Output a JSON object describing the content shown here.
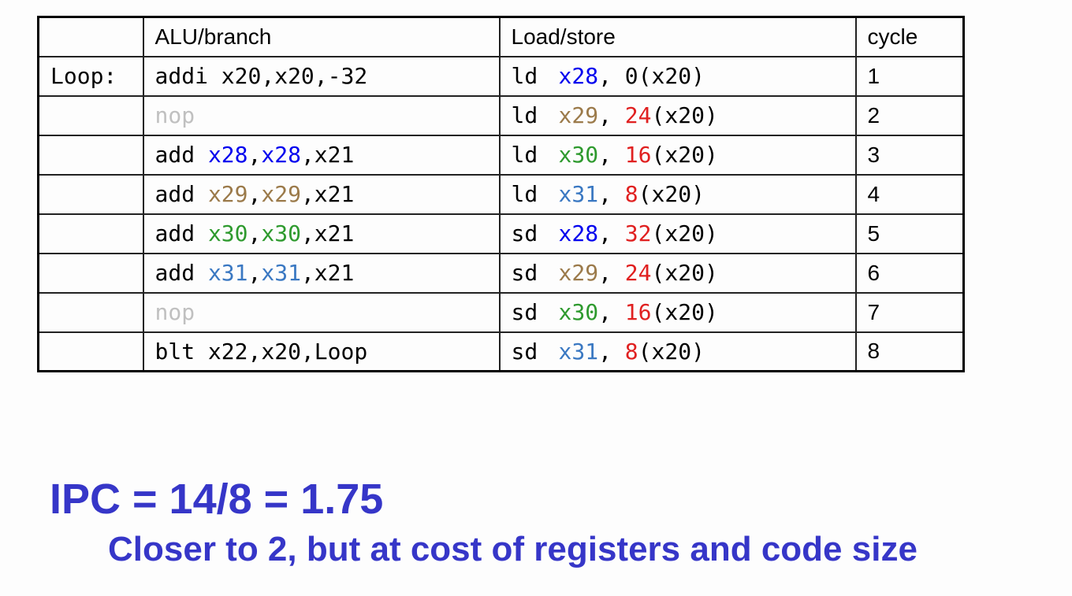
{
  "table": {
    "headers": [
      "",
      "ALU/branch",
      "Load/store",
      "cycle"
    ],
    "rows": [
      {
        "label": "Loop:",
        "alu": [
          {
            "t": "addi x20,x20,-32",
            "c": "plain"
          }
        ],
        "ls_op": "ld",
        "ls": [
          {
            "t": "x28",
            "c": "reg-x28"
          },
          {
            "t": ", ",
            "c": "plain"
          },
          {
            "t": "0(x20)",
            "c": "plain"
          }
        ],
        "cycle": "1"
      },
      {
        "label": "",
        "alu": [
          {
            "t": "nop",
            "c": "nop"
          }
        ],
        "ls_op": "ld",
        "ls": [
          {
            "t": "x29",
            "c": "reg-x29"
          },
          {
            "t": ", ",
            "c": "plain"
          },
          {
            "t": "24",
            "c": "off"
          },
          {
            "t": "(x20)",
            "c": "plain"
          }
        ],
        "cycle": "2"
      },
      {
        "label": "",
        "alu": [
          {
            "t": "add ",
            "c": "plain"
          },
          {
            "t": "x28",
            "c": "reg-x28"
          },
          {
            "t": ",",
            "c": "plain"
          },
          {
            "t": "x28",
            "c": "reg-x28"
          },
          {
            "t": ",x21",
            "c": "plain"
          }
        ],
        "ls_op": "ld",
        "ls": [
          {
            "t": "x30",
            "c": "reg-x30"
          },
          {
            "t": ", ",
            "c": "plain"
          },
          {
            "t": "16",
            "c": "off"
          },
          {
            "t": "(x20)",
            "c": "plain"
          }
        ],
        "cycle": "3"
      },
      {
        "label": "",
        "alu": [
          {
            "t": "add ",
            "c": "plain"
          },
          {
            "t": "x29",
            "c": "reg-x29"
          },
          {
            "t": ",",
            "c": "plain"
          },
          {
            "t": "x29",
            "c": "reg-x29"
          },
          {
            "t": ",x21",
            "c": "plain"
          }
        ],
        "ls_op": "ld",
        "ls": [
          {
            "t": "x31",
            "c": "reg-x31"
          },
          {
            "t": ", ",
            "c": "plain"
          },
          {
            "t": "8",
            "c": "off"
          },
          {
            "t": "(x20)",
            "c": "plain"
          }
        ],
        "cycle": "4"
      },
      {
        "label": "",
        "alu": [
          {
            "t": "add ",
            "c": "plain"
          },
          {
            "t": "x30",
            "c": "reg-x30"
          },
          {
            "t": ",",
            "c": "plain"
          },
          {
            "t": "x30",
            "c": "reg-x30"
          },
          {
            "t": ",x21",
            "c": "plain"
          }
        ],
        "ls_op": "sd",
        "ls": [
          {
            "t": "x28",
            "c": "reg-x28"
          },
          {
            "t": ", ",
            "c": "plain"
          },
          {
            "t": "32",
            "c": "off"
          },
          {
            "t": "(x20)",
            "c": "plain"
          }
        ],
        "cycle": "5"
      },
      {
        "label": "",
        "alu": [
          {
            "t": "add ",
            "c": "plain"
          },
          {
            "t": "x31",
            "c": "reg-x31"
          },
          {
            "t": ",",
            "c": "plain"
          },
          {
            "t": "x31",
            "c": "reg-x31"
          },
          {
            "t": ",x21",
            "c": "plain"
          }
        ],
        "ls_op": "sd",
        "ls": [
          {
            "t": "x29",
            "c": "reg-x29"
          },
          {
            "t": ", ",
            "c": "plain"
          },
          {
            "t": "24",
            "c": "off"
          },
          {
            "t": "(x20)",
            "c": "plain"
          }
        ],
        "cycle": "6"
      },
      {
        "label": "",
        "alu": [
          {
            "t": "nop",
            "c": "nop"
          }
        ],
        "ls_op": "sd",
        "ls": [
          {
            "t": "x30",
            "c": "reg-x30"
          },
          {
            "t": ", ",
            "c": "plain"
          },
          {
            "t": "16",
            "c": "off"
          },
          {
            "t": "(x20)",
            "c": "plain"
          }
        ],
        "cycle": "7"
      },
      {
        "label": "",
        "alu": [
          {
            "t": "blt x22,x20,Loop",
            "c": "plain"
          }
        ],
        "ls_op": "sd",
        "ls": [
          {
            "t": "x31",
            "c": "reg-x31"
          },
          {
            "t": ", ",
            "c": "plain"
          },
          {
            "t": "8",
            "c": "off"
          },
          {
            "t": "(x20)",
            "c": "plain"
          }
        ],
        "cycle": "8"
      }
    ]
  },
  "ipc_line": "IPC = 14/8 = 1.75",
  "note_line": "Closer to 2, but at cost of registers and code size",
  "colors": {
    "x28": "#0000ee",
    "x29": "#9b7a4a",
    "x30": "#2e9a2e",
    "x31": "#3a78c2",
    "offset": "#e02020",
    "nop": "#c0c0c0",
    "caption": "#3636c8"
  }
}
